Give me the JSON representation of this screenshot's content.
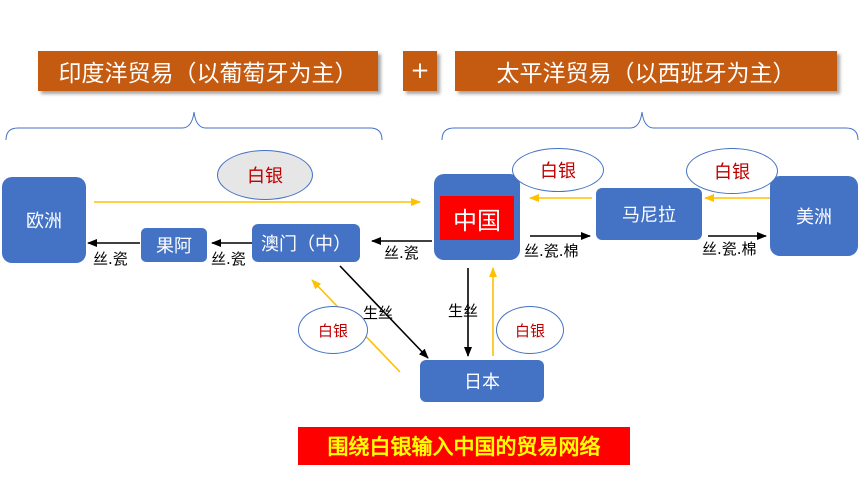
{
  "headers": {
    "indian_ocean": "印度洋贸易（以葡萄牙为主）",
    "plus": "+",
    "pacific": "太平洋贸易（以西班牙为主）"
  },
  "nodes": {
    "europe": "欧洲",
    "goa": "果阿",
    "macau": "澳门（中）",
    "china": "中国",
    "manila": "马尼拉",
    "americas": "美洲",
    "japan": "日本"
  },
  "silver_labels": {
    "europe_china": "白银",
    "manila_china": "白银",
    "americas_manila": "白银",
    "japan_macau": "白银",
    "japan_china": "白银"
  },
  "goods_labels": {
    "goa_europe": "丝.瓷",
    "macau_goa": "丝.瓷",
    "china_macau": "丝.瓷",
    "china_manila": "丝.瓷.棉",
    "manila_americas": "丝.瓷.棉",
    "macau_japan": "生丝",
    "china_japan": "生丝"
  },
  "footer": {
    "title": "围绕白银输入中国的贸易网络"
  },
  "colors": {
    "silver_arrow": "#ffc000",
    "goods_arrow": "#000000",
    "node": "#4472c4",
    "header": "#c55a11",
    "footer": "#ff0000"
  }
}
